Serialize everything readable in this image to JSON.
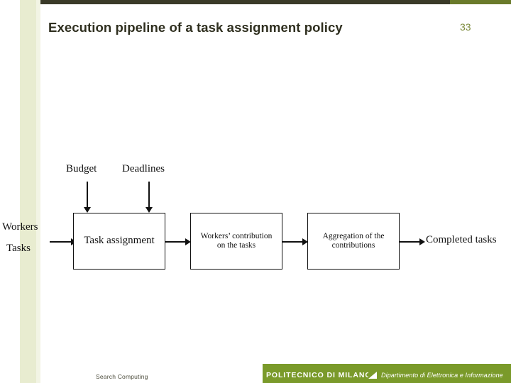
{
  "slide": {
    "title": "Execution pipeline of a task assignment policy",
    "number": "33"
  },
  "diagram": {
    "inputs_top": [
      {
        "label": "Budget"
      },
      {
        "label": "Deadlines"
      }
    ],
    "inputs_left": [
      {
        "label": "Workers"
      },
      {
        "label": "Tasks"
      }
    ],
    "stages": [
      {
        "label": "Task assignment"
      },
      {
        "label": "Workers’ contribution on the tasks"
      },
      {
        "label": "Aggregation of the contributions"
      }
    ],
    "output": {
      "label": "Completed tasks"
    }
  },
  "footer": {
    "left_text": "Search Computing",
    "university": "POLITECNICO DI MILANO",
    "department": "Dipartimento di Elettronica e Informazione"
  },
  "colors": {
    "accent_green": "#7a9a2a",
    "band": "#e8ecd0",
    "rule_dark": "#3a3a28",
    "slide_number": "#7b8a3a"
  }
}
